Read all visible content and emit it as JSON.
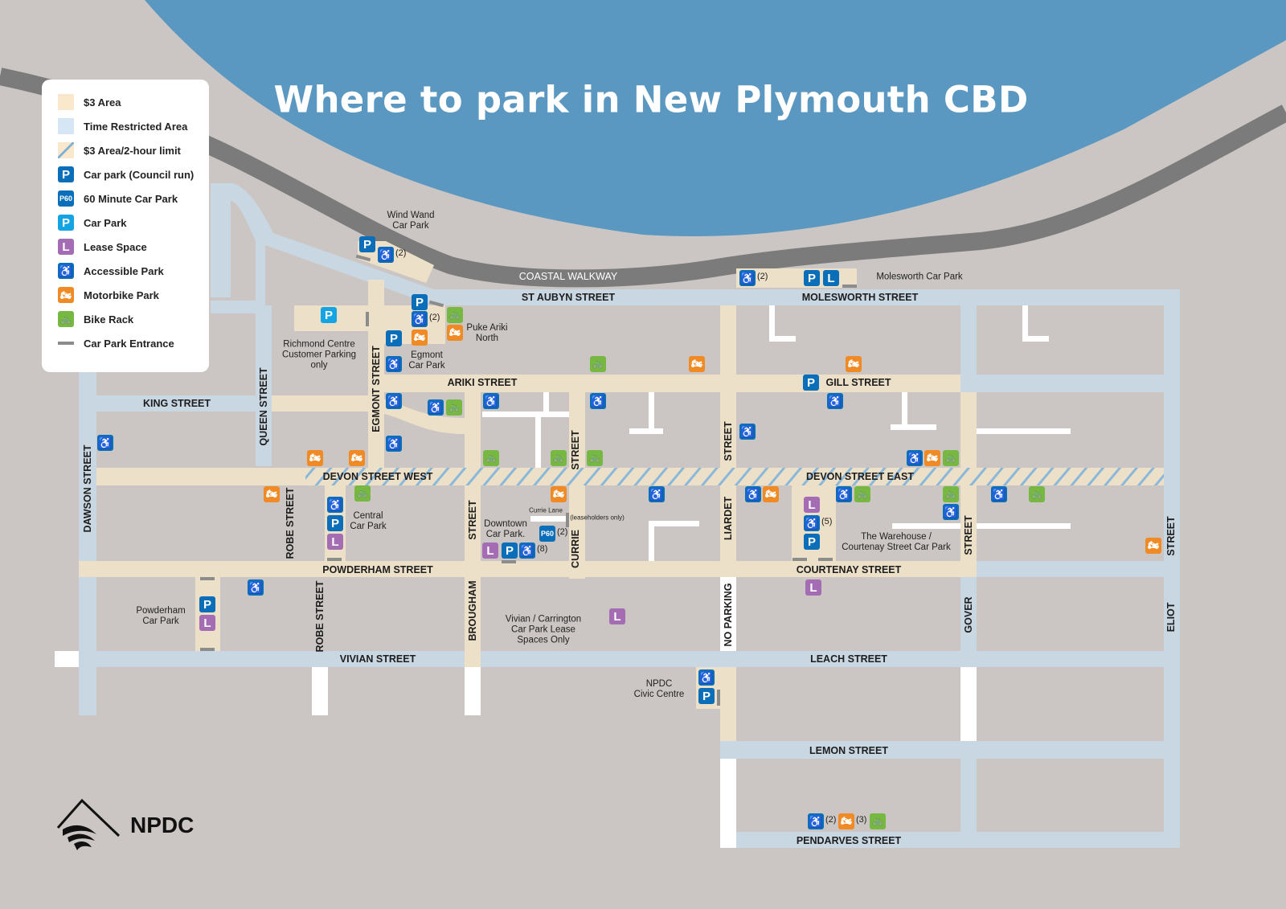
{
  "title": "Where to park in New Plymouth CBD",
  "colors": {
    "sea": "#5b98c1",
    "land": "#cbc6c3",
    "walkway": "#7b7b7b",
    "time_restricted": "#c9d7e2",
    "three_dollar_area": "#ede0c8",
    "council_park": "#0a6fb8",
    "car_park": "#14a4e3",
    "lease": "#a46db3",
    "motorbike": "#f08a24",
    "bike": "#77b843"
  },
  "legend": [
    {
      "icon": "three-dollar-area-swatch",
      "label": "$3  Area"
    },
    {
      "icon": "time-restricted-swatch",
      "label": "Time Restricted Area"
    },
    {
      "icon": "hatched-swatch",
      "label": "$3  Area/2-hour limit"
    },
    {
      "icon": "P",
      "label": "Car park (Council run)"
    },
    {
      "icon": "P60",
      "label": "60 Minute Car Park"
    },
    {
      "icon": "P",
      "label": "Car Park"
    },
    {
      "icon": "L",
      "label": "Lease Space"
    },
    {
      "icon": "accessible-icon",
      "label": "Accessible Park"
    },
    {
      "icon": "motorbike-icon",
      "label": "Motorbike Park"
    },
    {
      "icon": "bike-icon",
      "label": "Bike Rack"
    },
    {
      "icon": "entrance-line",
      "label": "Car Park Entrance"
    }
  ],
  "streets": {
    "coastal": "COASTAL WALKWAY",
    "st_aubyn": "ST AUBYN STREET",
    "molesworth": "MOLESWORTH STREET",
    "ariki": "ARIKI STREET",
    "gill": "GILL STREET",
    "king": "KING STREET",
    "devon_w": "DEVON STREET WEST",
    "devon_e": "DEVON STREET EAST",
    "powderham": "POWDERHAM STREET",
    "courtenay": "COURTENAY STREET",
    "vivian": "VIVIAN STREET",
    "leach": "LEACH STREET",
    "lemon": "LEMON STREET",
    "pendarves": "PENDARVES STREET",
    "dawson": "DAWSON STREET",
    "queen": "QUEEN STREET",
    "egmont": "EGMONT STREET",
    "robe1": "ROBE STREET",
    "robe2": "ROBE STREET",
    "brougham_a": "STREET",
    "brougham_b": "BROUGHAM",
    "currie_a": "STREET",
    "currie_b": "CURRIE",
    "liardet_a": "STREET",
    "liardet_b": "LIARDET",
    "no_parking": "NO PARKING",
    "gover_a": "STREET",
    "gover_b": "GOVER",
    "eliot_a": "STREET",
    "eliot_b": "ELIOT"
  },
  "places": {
    "wind_wand": "Wind Wand\nCar Park",
    "richmond": "Richmond Centre\nCustomer Parking\nonly",
    "egmont_cp": "Egmont\nCar Park",
    "puke_ariki": "Puke Ariki\nNorth",
    "molesworth_cp": "Molesworth Car Park",
    "central": "Central\nCar Park",
    "downtown": "Downtown\nCar Park.",
    "currie_lane": "Currie Lane",
    "leaseholders": "(leaseholders only)",
    "warehouse": "The Warehouse /\nCourtenay Street Car Park",
    "powderham_cp": "Powderham\nCar Park",
    "vivian_carrington": "Vivian / Carrington\nCar Park Lease\nSpaces Only",
    "civic": "NPDC\nCivic Centre"
  },
  "counts": {
    "wind_wand_accessible": "(2)",
    "egmont_accessible": "(2)",
    "molesworth_accessible": "(2)",
    "downtown_p60": "(2)",
    "downtown_accessible": "(8)",
    "warehouse_accessible": "(5)",
    "pendarves_accessible": "(2)",
    "pendarves_motorbike": "(3)"
  },
  "icons": {
    "P": "P",
    "P60": "P60",
    "L": "L",
    "accessible": "♿",
    "motorbike": "🏍",
    "bike": "🚲"
  },
  "logo": "NPDC"
}
